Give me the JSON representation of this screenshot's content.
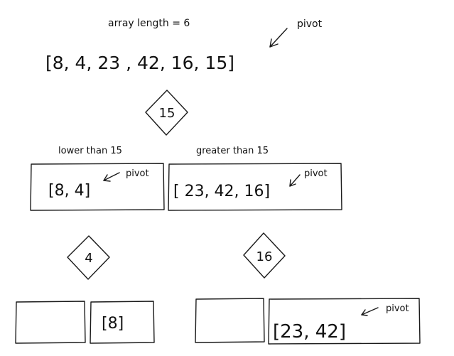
{
  "title": "array length = 6",
  "pivot_label": "pivot",
  "root_array": "[8, 4, 23 , 42, 16, 15]",
  "root_pivot": "15",
  "left_caption": "lower than 15",
  "right_caption": "greater than 15",
  "left_array": "[8, 4]",
  "right_array": "[ 23, 42, 16]",
  "left_pivot": "4",
  "right_pivot": "16",
  "left_left_array": "",
  "left_right_array": "[8]",
  "right_left_array": "",
  "right_right_array": "[23, 42]"
}
